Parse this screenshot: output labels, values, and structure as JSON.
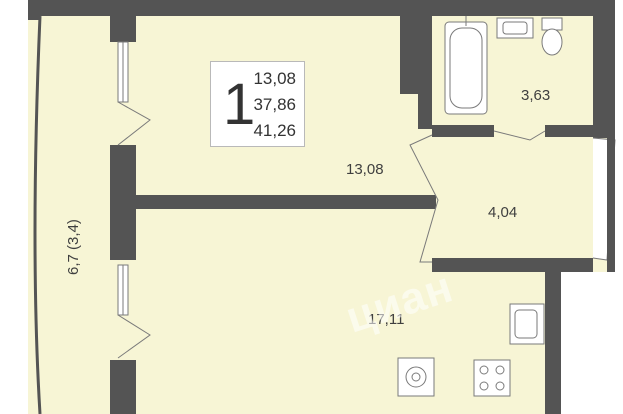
{
  "summary": {
    "rooms": "1",
    "living_area": "13,08",
    "living_total": "37,86",
    "total_area": "41,26"
  },
  "rooms": {
    "living_room": "13,08",
    "bathroom": "3,63",
    "hallway": "4,04",
    "kitchen": "17,11",
    "balcony": "6,7 (3,4)"
  },
  "watermark": "циан",
  "colors": {
    "wall": "#545454",
    "floor": "#f7f5d5",
    "background": "#ffffff"
  }
}
